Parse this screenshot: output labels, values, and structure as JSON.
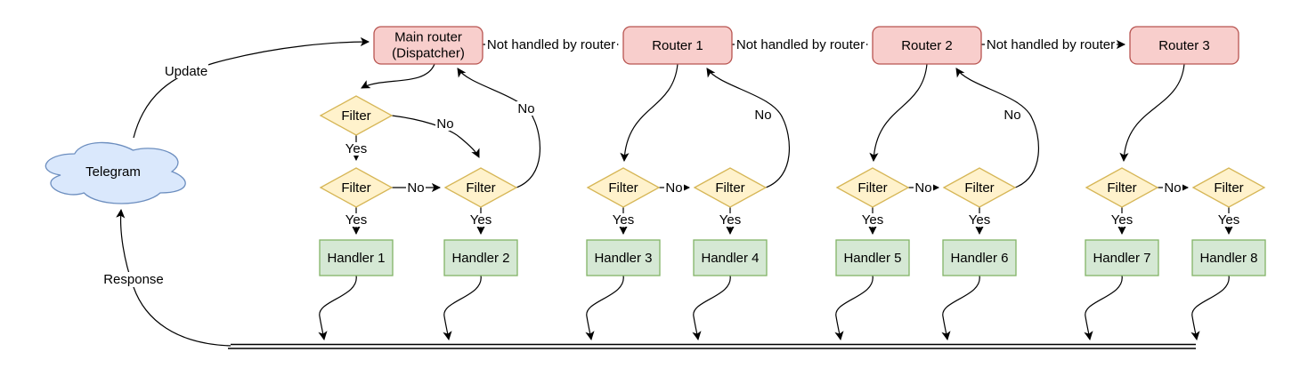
{
  "nodes": {
    "telegram": "Telegram",
    "main_router_line1": "Main router",
    "main_router_line2": "(Dispatcher)",
    "router1": "Router 1",
    "router2": "Router 2",
    "router3": "Router 3",
    "filter": "Filter",
    "handlers": [
      "Handler 1",
      "Handler 2",
      "Handler 3",
      "Handler 4",
      "Handler 5",
      "Handler 6",
      "Handler 7",
      "Handler 8"
    ]
  },
  "edge_labels": {
    "update": "Update",
    "response": "Response",
    "not_handled": "Not handled by router",
    "yes": "Yes",
    "no": "No"
  },
  "colors": {
    "router_fill": "#f8cecc",
    "router_stroke": "#b85450",
    "filter_fill": "#fff2cc",
    "filter_stroke": "#d6b656",
    "handler_fill": "#d5e8d4",
    "handler_stroke": "#82b366",
    "cloud_fill": "#dae8fc",
    "cloud_stroke": "#6c8ebf",
    "edge": "#000000",
    "background": "#ffffff"
  }
}
